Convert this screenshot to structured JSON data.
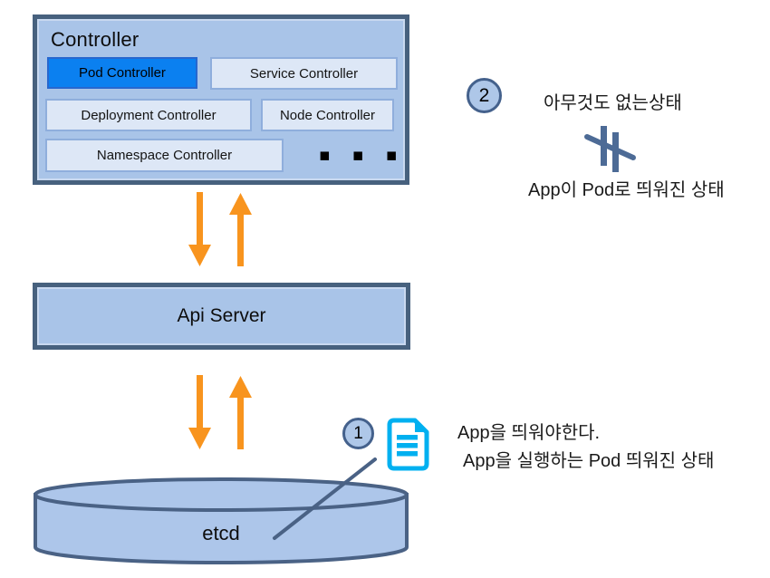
{
  "controller": {
    "title": "Controller",
    "items": [
      {
        "label": "Pod Controller",
        "highlighted": true
      },
      {
        "label": "Service Controller",
        "highlighted": false
      },
      {
        "label": "Deployment Controller",
        "highlighted": false
      },
      {
        "label": "Node Controller",
        "highlighted": false
      },
      {
        "label": "Namespace Controller",
        "highlighted": false
      }
    ],
    "ellipsis": "▪ ▪ ▪"
  },
  "api_server": {
    "title": "Api Server"
  },
  "etcd": {
    "label": "etcd"
  },
  "annotations": {
    "step2": {
      "badge": "2",
      "state_before": "아무것도 없는상태",
      "symbol": "not-parallel-icon",
      "state_after": "App이 Pod로 띄워진 상태"
    },
    "step1": {
      "badge": "1",
      "icon": "document-icon",
      "line1": "App을 띄워야한다.",
      "line2": "App을 실행하는 Pod 띄워진 상태"
    }
  },
  "colors": {
    "arrow_orange": "#F8941E",
    "pod_highlight_blue": "#0B80F0",
    "box_fill_blue": "#A9C4E8",
    "box_border_slate": "#47617E",
    "chip_fill": "#DDE7F6",
    "document_icon_cyan": "#00B0F0",
    "symbol_steel_blue": "#4D6B96",
    "badge_fill": "#AEC7E8",
    "badge_border": "#44618C"
  }
}
